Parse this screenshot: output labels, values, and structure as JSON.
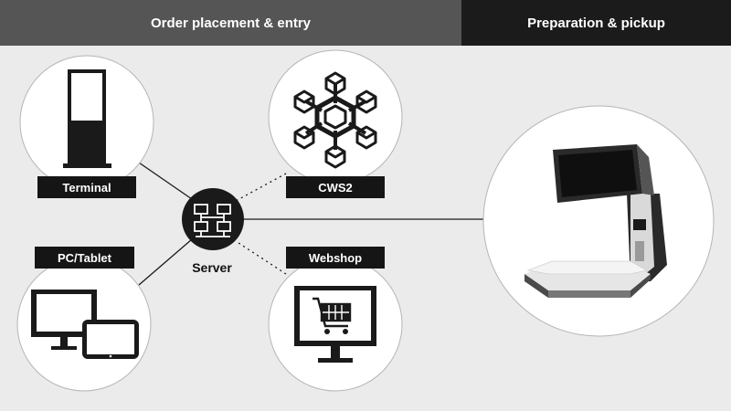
{
  "header": {
    "left_title": "Order placement & entry",
    "right_title": "Preparation & pickup"
  },
  "nodes": {
    "terminal": {
      "label": "Terminal",
      "icon": "kiosk-terminal-icon"
    },
    "cws2": {
      "label": "CWS2",
      "icon": "network-cubes-icon"
    },
    "pc_tablet": {
      "label": "PC/Tablet",
      "icon": "monitor-tablet-icon"
    },
    "webshop": {
      "label": "Webshop",
      "icon": "shopping-cart-monitor-icon"
    },
    "server": {
      "label": "Server",
      "icon": "server-network-icon"
    },
    "scale": {
      "icon": "scale-pos-icon"
    }
  },
  "colors": {
    "background": "#ebebeb",
    "header_left": "#555555",
    "header_right": "#1b1b1b",
    "label_bg": "#151515",
    "icon": "#1a1a1a"
  }
}
